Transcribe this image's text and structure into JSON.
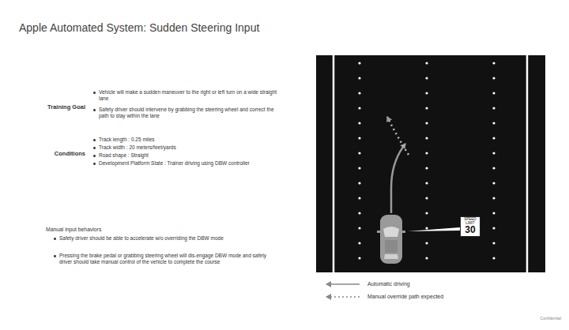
{
  "diagram": {
    "title": "Apple Automated System: Sudden Steering Input",
    "nodes": [
      {
        "text": [
          "SPEED LIMIT",
          "30"
        ]
      }
    ],
    "labels": [
      "Training Goal",
      "Vehicle will make a sudden maneuver to the right or left turn on a wide straight lane",
      "Safety driver should intervene by grabbing the steering wheel and correct the path to stay within the lane",
      "Conditions",
      "Track length : 0.25 miles",
      "Track width : 20 meters/feet/yards",
      "Road shape : Straight",
      "Development Platform State : Trainer driving using DBW controller",
      "Manual input behaviors",
      "Safety driver should be able to accelerate w/o overriding the DBW mode",
      "Pressing the brake pedal or grabbing steering wheel will dis-engage DBW mode and safety driver should take manual control of the vehicle to complete the course",
      "Confidential"
    ],
    "legend": [
      {
        "text": "Automatic driving"
      },
      {
        "text": "Manual override path expected"
      }
    ]
  }
}
